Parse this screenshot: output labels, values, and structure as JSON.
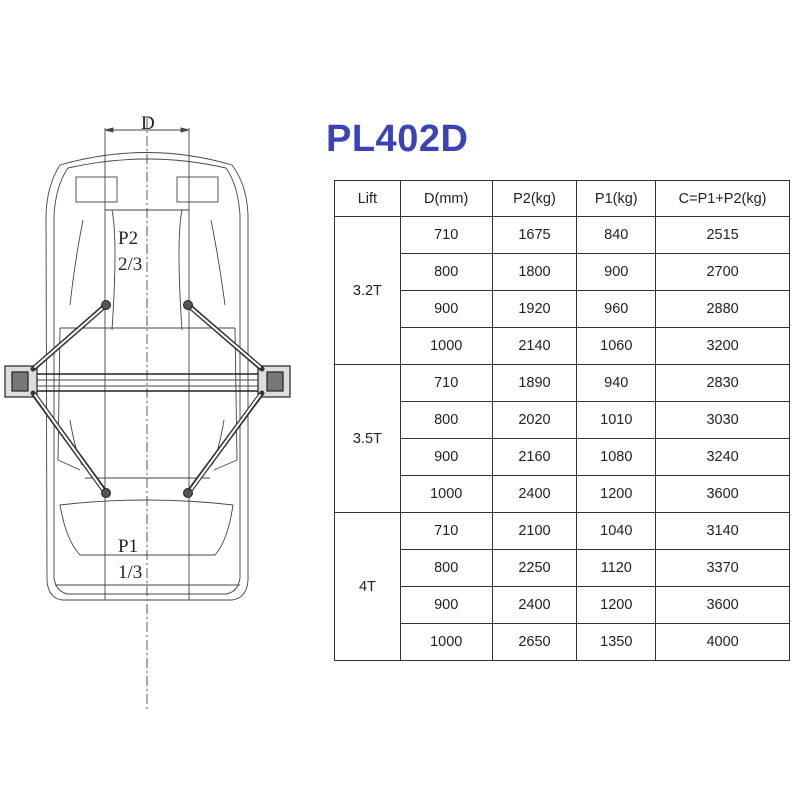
{
  "title": "PL402D",
  "diagram": {
    "dimension_label": "D",
    "front_load_label": "P2",
    "front_load_fraction": "2/3",
    "rear_load_label": "P1",
    "rear_load_fraction": "1/3"
  },
  "table": {
    "headers": [
      "Lift",
      "D(mm)",
      "P2(kg)",
      "P1(kg)",
      "C=P1+P2(kg)"
    ],
    "groups": [
      {
        "lift": "3.2T",
        "rows": [
          [
            "710",
            "1675",
            "840",
            "2515"
          ],
          [
            "800",
            "1800",
            "900",
            "2700"
          ],
          [
            "900",
            "1920",
            "960",
            "2880"
          ],
          [
            "1000",
            "2140",
            "1060",
            "3200"
          ]
        ]
      },
      {
        "lift": "3.5T",
        "rows": [
          [
            "710",
            "1890",
            "940",
            "2830"
          ],
          [
            "800",
            "2020",
            "1010",
            "3030"
          ],
          [
            "900",
            "2160",
            "1080",
            "3240"
          ],
          [
            "1000",
            "2400",
            "1200",
            "3600"
          ]
        ]
      },
      {
        "lift": "4T",
        "rows": [
          [
            "710",
            "2100",
            "1040",
            "3140"
          ],
          [
            "800",
            "2250",
            "1120",
            "3370"
          ],
          [
            "900",
            "2400",
            "1200",
            "3600"
          ],
          [
            "1000",
            "2650",
            "1350",
            "4000"
          ]
        ]
      }
    ]
  }
}
